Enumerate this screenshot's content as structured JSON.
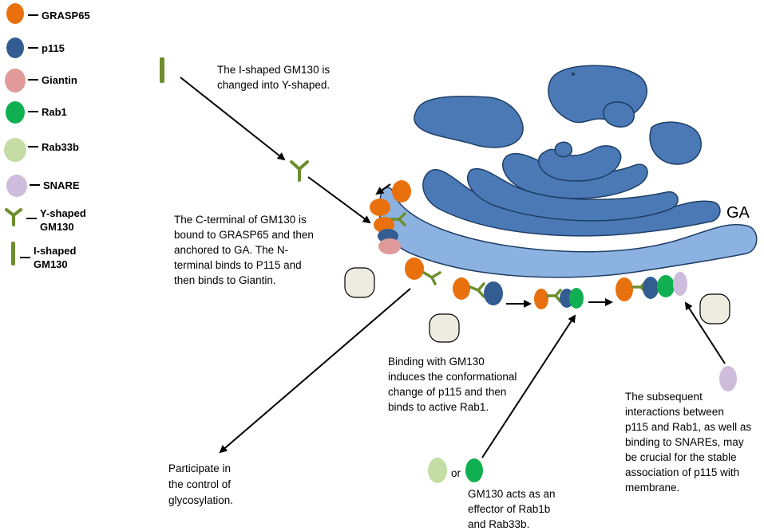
{
  "colors": {
    "grasp65": "#E8710E",
    "p115": "#335D91",
    "giantin": "#E09A9A",
    "rab1": "#10B050",
    "rab33b": "#C4DDA4",
    "snare": "#CDBCDB",
    "gm130": "#6D8E2E",
    "golgi_cisternae": "#4A79B5",
    "golgi_outer": "#8CB2E1",
    "vesicle_fill": "#EEEBE0"
  },
  "legend": {
    "grasp65": "GRASP65",
    "p115": "p115",
    "giantin": "Giantin",
    "rab1": "Rab1",
    "rab33b": "Rab33b",
    "snare": "SNARE",
    "y_shaped_line1": "Y-shaped",
    "y_shaped_line2": "GM130",
    "i_shaped_line1": "I-shaped",
    "i_shaped_line2": "GM130"
  },
  "labels": {
    "step1_line1": "The I-shaped GM130 is",
    "step1_line2": "changed into Y-shaped.",
    "step2_line1": "The C-terminal of GM130 is",
    "step2_line2": "bound to GRASP65 and then",
    "step2_line3": "anchored to GA. The N-",
    "step2_line4": "terminal binds to P115 and",
    "step2_line5": "then binds to Giantin.",
    "step3_line1": "Binding with GM130",
    "step3_line2": "induces the conformational",
    "step3_line3": "change of p115 and then",
    "step3_line4": "binds to active Rab1.",
    "step4_line1": "Participate in",
    "step4_line2": "the control of",
    "step4_line3": "glycosylation.",
    "step5_line1": "GM130 acts as an",
    "step5_line2": "effector of Rab1b",
    "step5_line3": "and Rab33b.",
    "step6_line1": "The subsequent",
    "step6_line2": "interactions between",
    "step6_line3": "p115 and Rab1, as well as",
    "step6_line4": "binding to SNAREs, may",
    "step6_line5": "be crucial for the stable",
    "step6_line6": "association of p115 with",
    "step6_line7": "membrane.",
    "or_text": "or",
    "ga_label": "GA"
  }
}
